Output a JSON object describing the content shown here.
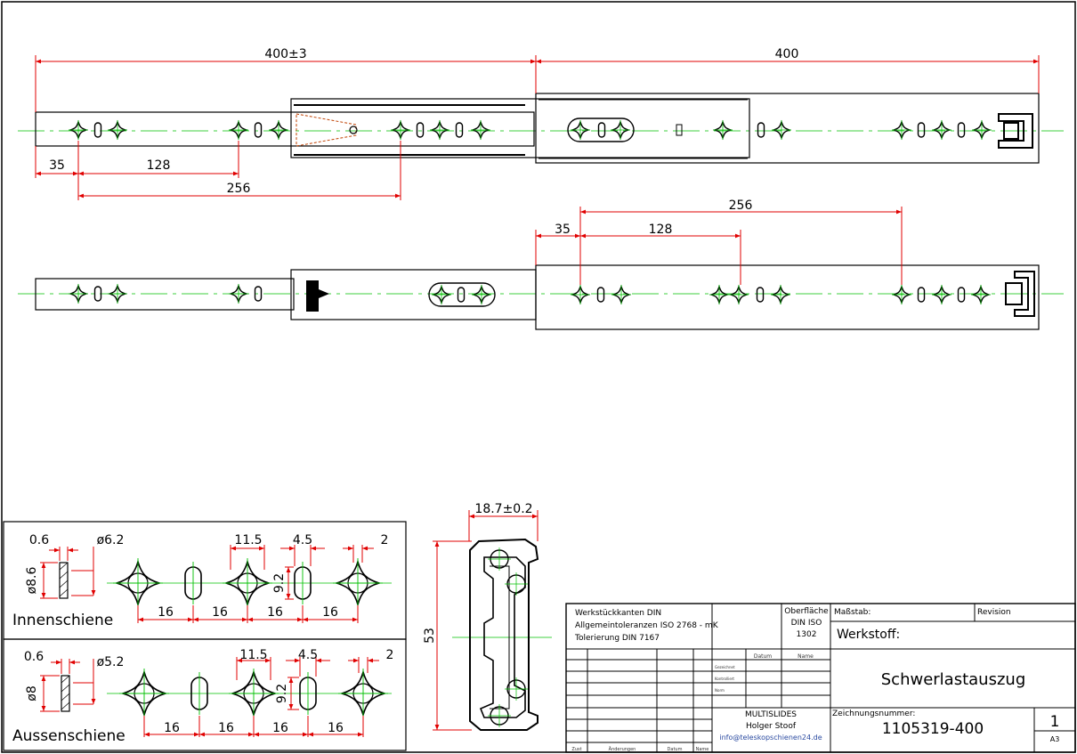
{
  "top_view": {
    "dims": {
      "total_a": "400±3",
      "total_b": "400",
      "d35": "35",
      "d128": "128",
      "d256": "256"
    }
  },
  "bottom_view": {
    "dims": {
      "d35": "35",
      "d128": "128",
      "d256": "256"
    }
  },
  "details": {
    "inner": {
      "label": "Innenschiene",
      "thickness": "0.6",
      "dia_hole": "ø6.2",
      "dia_head": "ø8.6",
      "w1": "11.5",
      "w2": "4.5",
      "w3": "2",
      "h": "9.2",
      "pitch": [
        "16",
        "16",
        "16",
        "16"
      ]
    },
    "outer": {
      "label": "Aussenschiene",
      "thickness": "0.6",
      "dia_hole": "ø5.2",
      "dia_head": "ø8",
      "w1": "11.5",
      "w2": "4.5",
      "w3": "2",
      "h": "9.2",
      "pitch": [
        "16",
        "16",
        "16",
        "16"
      ]
    }
  },
  "profile": {
    "width": "18.7±0.2",
    "height": "53"
  },
  "title_block": {
    "notes": [
      "Werkstückkanten DIN",
      "Allgemeintoleranzen ISO 2768 - mK",
      "Tolerierung DIN 7167"
    ],
    "surface_label": "Oberfläche",
    "surface_values": [
      "DIN ISO",
      "1302"
    ],
    "scale_label": "Maßstab:",
    "revision_label": "Revision",
    "material_label": "Werkstoff:",
    "date_header": "Datum",
    "name_header": "Name",
    "row_labels": [
      "Gezeichnet",
      "Kontrolliert",
      "Norm"
    ],
    "title": "Schwerlastauszug",
    "company": "MULTISLIDES",
    "person": "Holger Stoof",
    "email": "info@teleskopschienen24.de",
    "drawing_no_label": "Zeichnungsnummer:",
    "drawing_no": "1105319-400",
    "sheet": "1",
    "format": "A3",
    "change_cols": [
      "Zust",
      "Änderungen",
      "Datum",
      "Name"
    ]
  },
  "colors": {
    "dimension": "#e00000",
    "centerline": "#00c000",
    "line": "#000000"
  }
}
